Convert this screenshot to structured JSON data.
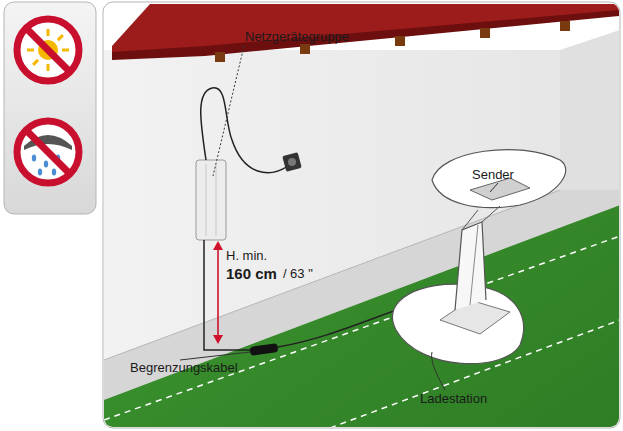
{
  "diagram": {
    "labels": [
      "Netzgerätegruppe",
      "H. min.",
      "160 cm",
      "/ 63 \"",
      "Sender",
      "Begrenzungskabel",
      "Ladestation"
    ]
  }
}
